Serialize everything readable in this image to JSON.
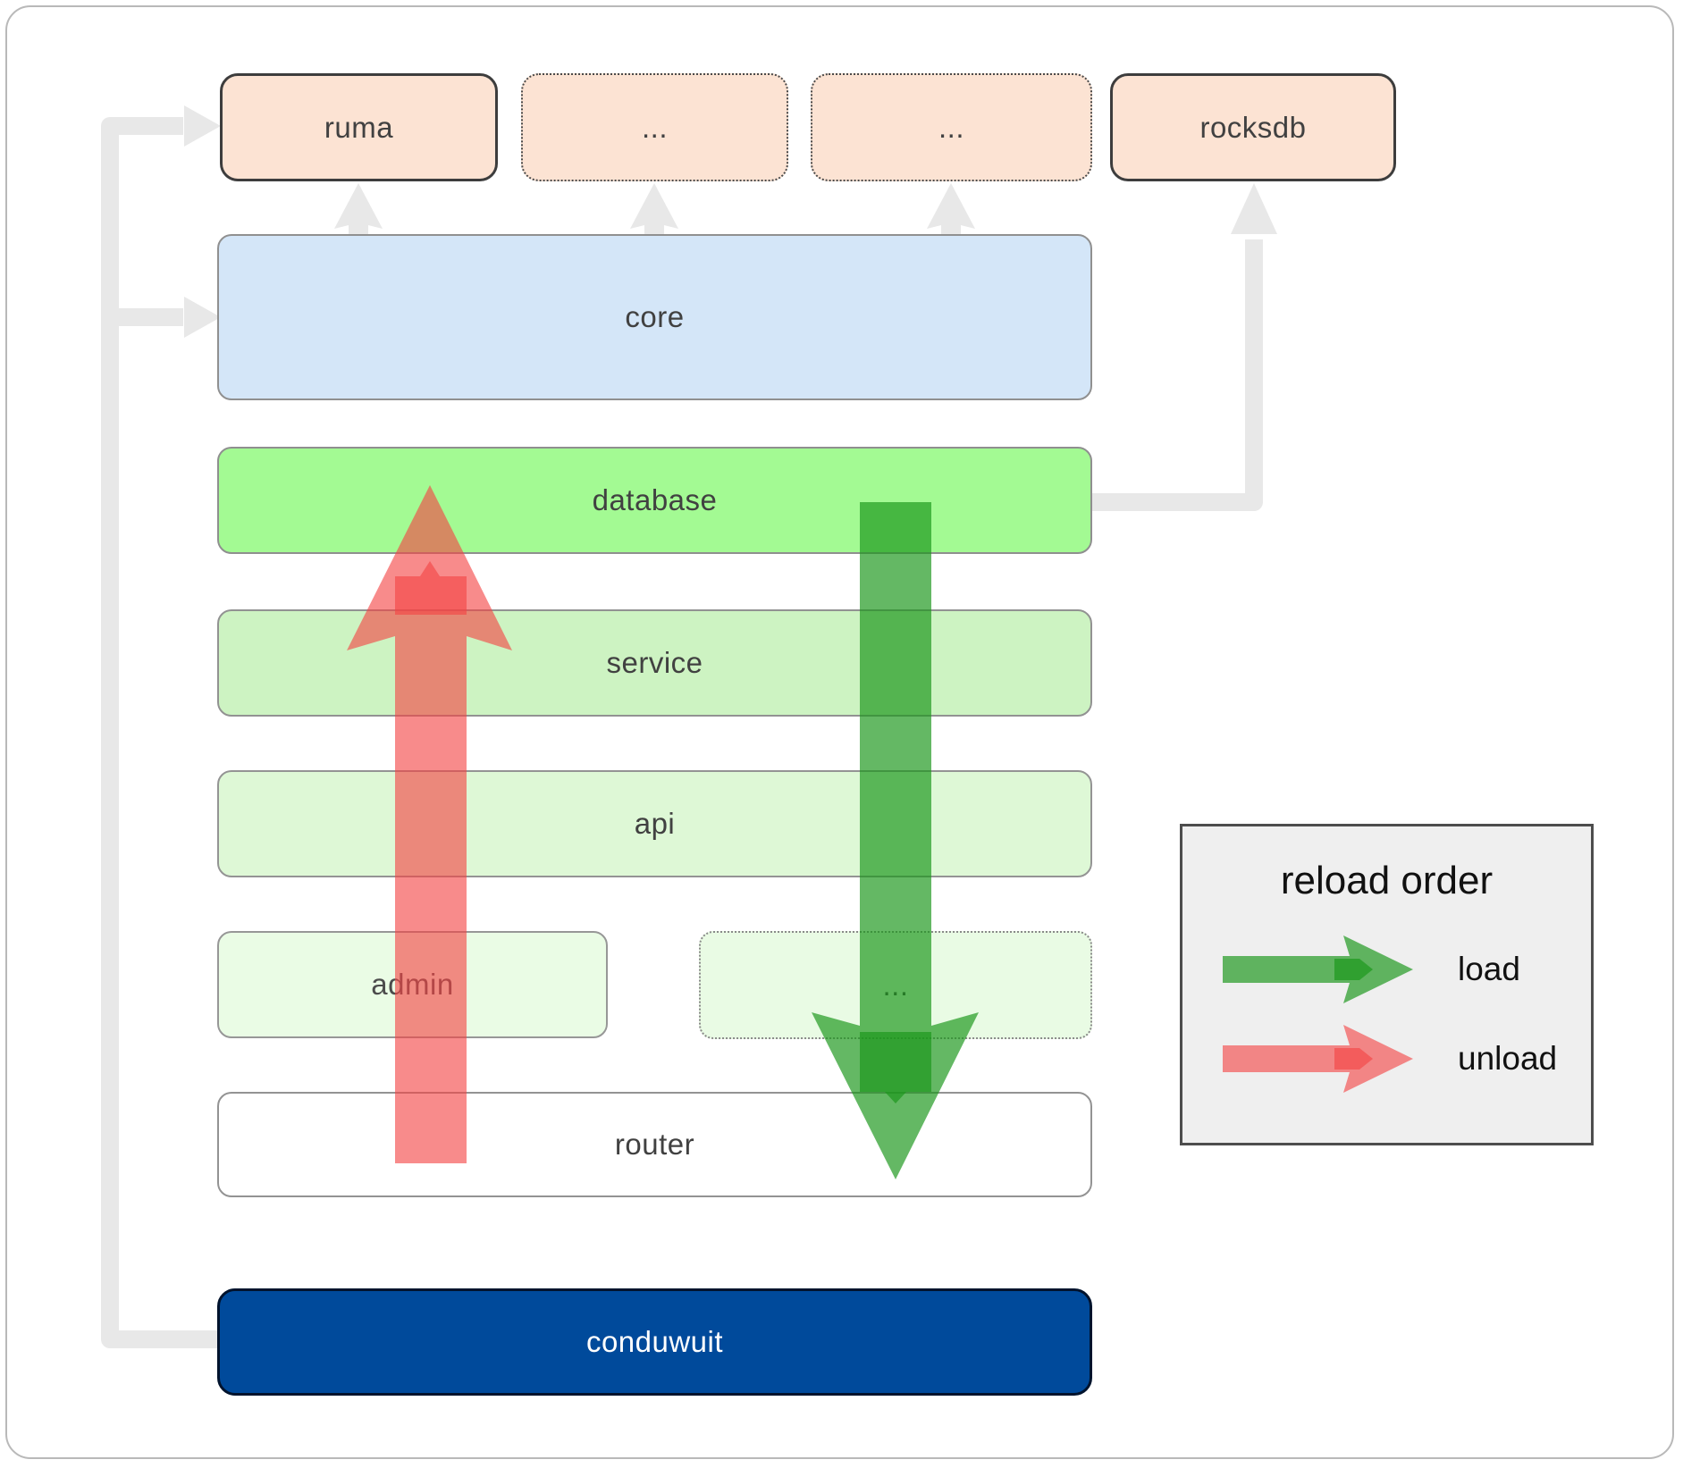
{
  "boxes": {
    "ruma": "ruma",
    "dots1": "...",
    "dots2": "...",
    "rocksdb": "rocksdb",
    "core": "core",
    "database": "database",
    "service": "service",
    "api": "api",
    "admin": "admin",
    "admin_dots": "...",
    "router": "router",
    "conduwuit": "conduwuit"
  },
  "legend": {
    "title": "reload order",
    "load_label": "load",
    "unload_label": "unload"
  },
  "colors": {
    "load_arrow": "#1a961a",
    "unload_arrow": "#f44343",
    "connector_gray": "#e8e8e8",
    "peach_fill": "#fce3d3",
    "core_fill": "#d4e6f8",
    "database_fill": "#a3fa93",
    "service_fill": "#cdf3c2",
    "api_fill": "#def8d6",
    "admin_fill": "#eafce5",
    "router_fill": "#ffffff",
    "conduwuit_fill": "#004a9b",
    "legend_bg": "#efefef"
  }
}
